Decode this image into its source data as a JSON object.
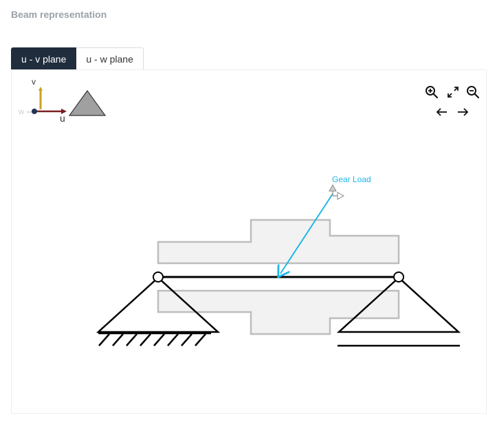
{
  "section_title": "Beam representation",
  "tabs": [
    {
      "label": "u - v plane",
      "active": true
    },
    {
      "label": "u - w plane",
      "active": false
    }
  ],
  "axes": {
    "v_label": "v",
    "u_label": "u",
    "w_label": "w"
  },
  "toolbar": {
    "zoom_in_icon": "zoom-in-icon",
    "fit_icon": "expand-icon",
    "zoom_out_icon": "zoom-out-icon",
    "prev_icon": "arrow-left-icon",
    "next_icon": "arrow-right-icon"
  },
  "load": {
    "label": "Gear Load",
    "color": "#1fb6e8"
  },
  "colors": {
    "shaft_fill": "#f2f2f2",
    "shaft_stroke": "#bdbdbd",
    "beam": "#000000",
    "v_axis": "#c9a227",
    "u_axis": "#7a1f1f",
    "w_axis": "#cccccc"
  }
}
